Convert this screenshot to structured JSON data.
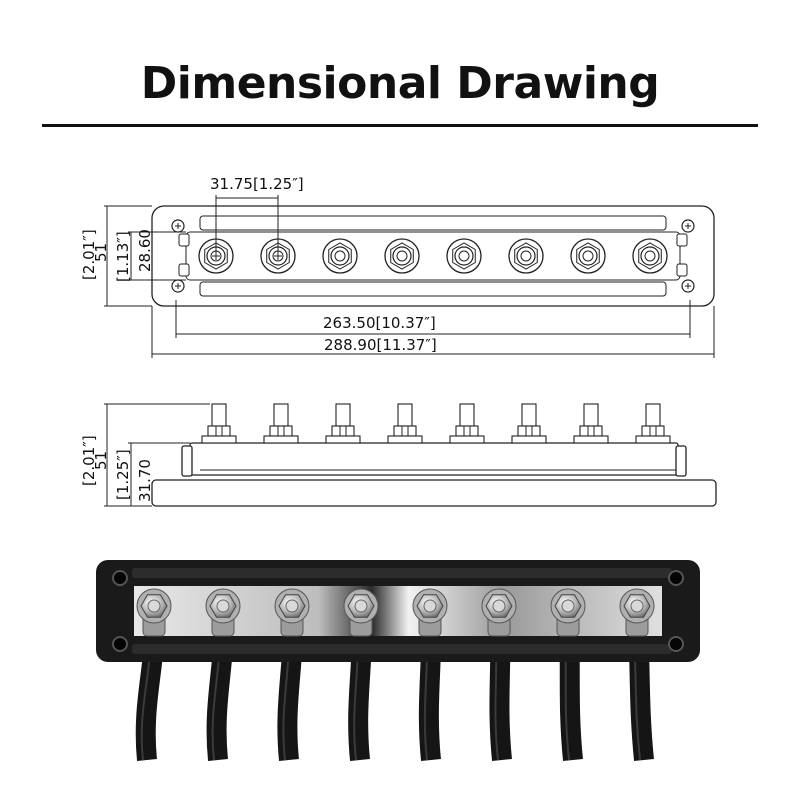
{
  "title": "Dimensional Drawing",
  "dimensions": {
    "stud_spacing": "31.75[1.25″]",
    "top_height_in": "[2.01″]",
    "top_height_mm": "51",
    "bar_height_in": "[1.13″]",
    "bar_height_mm": "28.60",
    "inner_length": "263.50[10.37″]",
    "overall_length": "288.90[11.37″]",
    "side_height_in": "[2.01″]",
    "side_height_mm": "51",
    "base_height_in": "[1.25″]",
    "base_height_mm": "31.70"
  },
  "terminal_count": 8,
  "colors": {
    "ink": "#222222",
    "housing": "#1a1a1a",
    "cable": "#151515",
    "chrome": "#c8c8c8"
  }
}
